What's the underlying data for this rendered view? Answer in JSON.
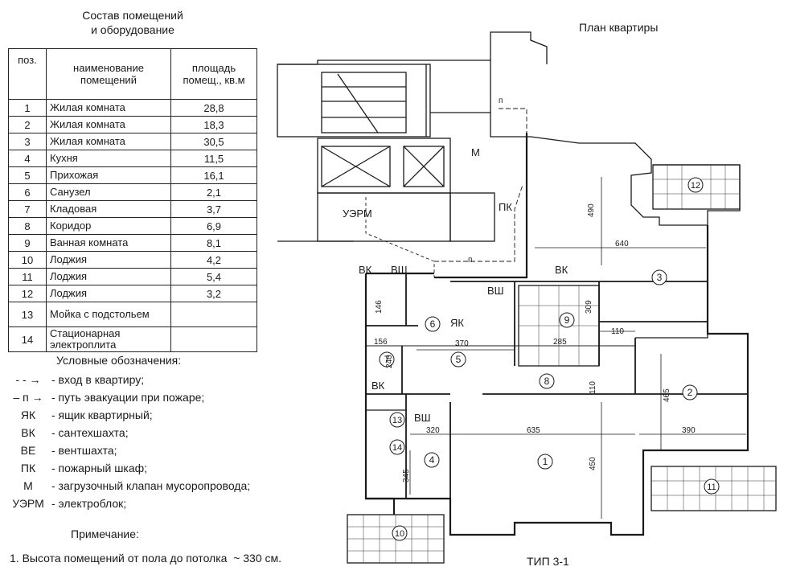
{
  "table": {
    "title_line1": "Состав помещений",
    "title_line2": "и оборудование",
    "headers": {
      "pos": "поз.",
      "name": "наименование помещений",
      "area": "площадь помещ., кв.м"
    },
    "rows": [
      {
        "num": "1",
        "name": "Жилая комната",
        "area": "28,8"
      },
      {
        "num": "2",
        "name": "Жилая комната",
        "area": "18,3"
      },
      {
        "num": "3",
        "name": "Жилая комната",
        "area": "30,5"
      },
      {
        "num": "4",
        "name": "Кухня",
        "area": "11,5"
      },
      {
        "num": "5",
        "name": "Прихожая",
        "area": "16,1"
      },
      {
        "num": "6",
        "name": "Санузел",
        "area": "2,1"
      },
      {
        "num": "7",
        "name": "Кладовая",
        "area": "3,7"
      },
      {
        "num": "8",
        "name": "Коридор",
        "area": "6,9"
      },
      {
        "num": "9",
        "name": "Ванная комната",
        "area": "8,1"
      },
      {
        "num": "10",
        "name": "Лоджия",
        "area": "4,2"
      },
      {
        "num": "11",
        "name": "Лоджия",
        "area": "5,4"
      },
      {
        "num": "12",
        "name": "Лоджия",
        "area": "3,2"
      },
      {
        "num": "13",
        "name": "Мойка с подстольем",
        "area": ""
      },
      {
        "num": "14",
        "name": "Стационарная электроплита",
        "area": ""
      }
    ]
  },
  "legend": {
    "title": "Условные обозначения:",
    "items": [
      {
        "symbol": "- - →",
        "text": "- вход в квартиру;"
      },
      {
        "symbol": "– п →",
        "text": "- путь эвакуации при пожаре;"
      },
      {
        "symbol": "ЯК",
        "text": "- ящик квартирный;"
      },
      {
        "symbol": "ВК",
        "text": "- сантехшахта;"
      },
      {
        "symbol": "ВЕ",
        "text": "- вентшахта;"
      },
      {
        "symbol": "ПК",
        "text": "- пожарный шкаф;"
      },
      {
        "symbol": "М",
        "text": "- загрузочный клапан мусоропровода;"
      },
      {
        "symbol": "УЭРМ",
        "text": "- электроблок;"
      }
    ]
  },
  "note": {
    "title": "Примечание:",
    "text": "1. Высота помещений от пола до потолка  ~ 330 см."
  },
  "plan": {
    "title": "План квартиры",
    "type_label": "ТИП 3-1",
    "room_numbers": [
      "1",
      "2",
      "3",
      "4",
      "5",
      "6",
      "7",
      "8",
      "9",
      "10",
      "11",
      "12",
      "13",
      "14"
    ],
    "dimensions": [
      "490",
      "640",
      "110",
      "465",
      "390",
      "635",
      "450",
      "110",
      "320",
      "345",
      "370",
      "156",
      "240",
      "285",
      "309",
      "146"
    ],
    "labels": {
      "vk1": "ВК",
      "vsh1": "ВШ",
      "vk2": "ВК",
      "vsh2": "ВШ",
      "vk3": "ВК",
      "vsh3": "ВШ",
      "yak": "ЯК",
      "pk": "ПК",
      "uerm": "УЭРМ",
      "m": "М",
      "n1": "п",
      "n2": "п"
    }
  }
}
